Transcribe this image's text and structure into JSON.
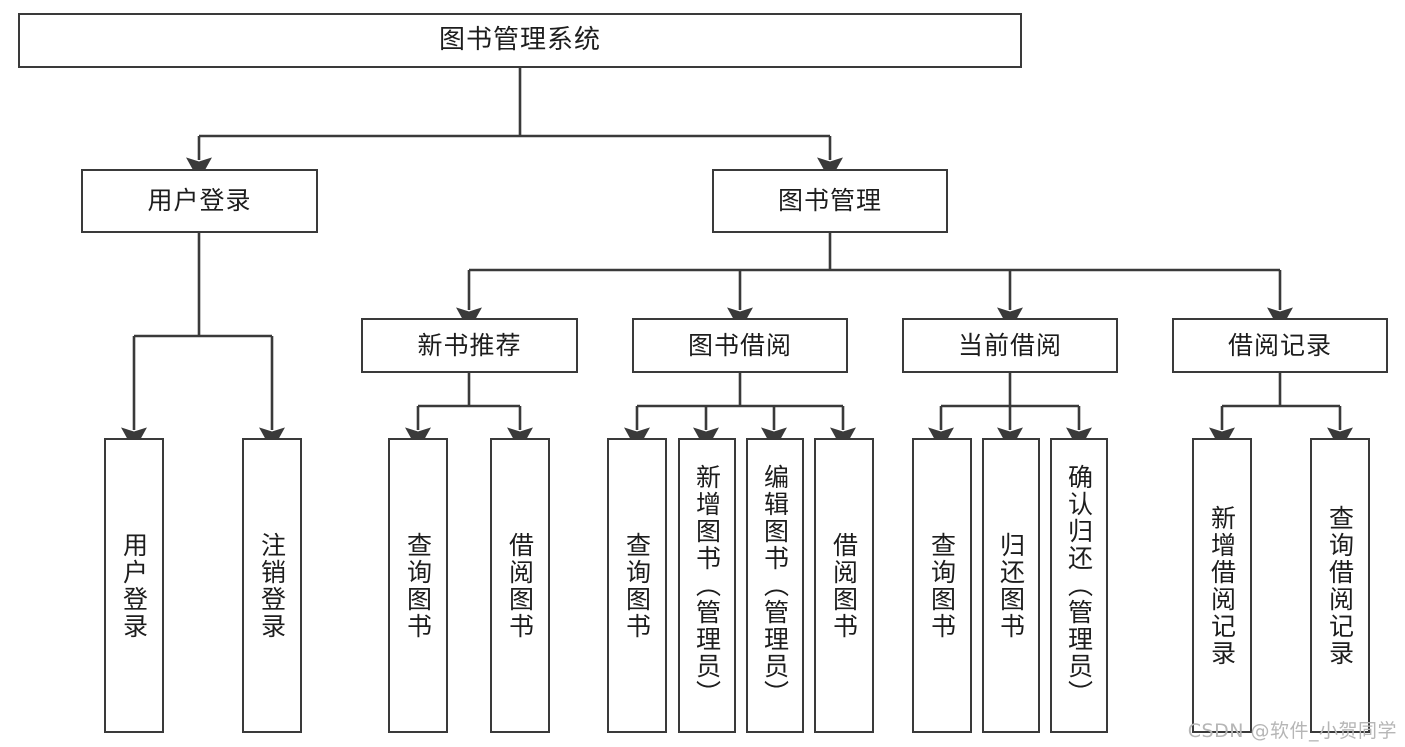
{
  "diagram": {
    "type": "tree-hierarchy-chart",
    "title": "图书管理系统",
    "watermark": "CSDN @软件_小贺同学",
    "stroke_color": "#3a3a3a",
    "background_color": "#ffffff",
    "text_color": "#1d1d1d",
    "watermark_color": "#b6b6b6"
  },
  "nodes": {
    "root": {
      "label": "图书管理系统",
      "level": 1
    },
    "level2": [
      {
        "id": "user-login",
        "label": "用户登录"
      },
      {
        "id": "book-management",
        "label": "图书管理"
      }
    ],
    "level3": [
      {
        "id": "new-book-recommend",
        "label": "新书推荐",
        "parent": "book-management"
      },
      {
        "id": "book-borrow",
        "label": "图书借阅",
        "parent": "book-management"
      },
      {
        "id": "current-borrow",
        "label": "当前借阅",
        "parent": "book-management"
      },
      {
        "id": "borrow-record",
        "label": "借阅记录",
        "parent": "book-management"
      }
    ],
    "leaves": {
      "user-login": [
        {
          "id": "leaf-user-login",
          "label": "用户登录"
        },
        {
          "id": "leaf-logout",
          "label": "注销登录"
        }
      ],
      "new-book-recommend": [
        {
          "id": "leaf-query-book-1",
          "label": "查询图书"
        },
        {
          "id": "leaf-borrow-book-1",
          "label": "借阅图书"
        }
      ],
      "book-borrow": [
        {
          "id": "leaf-query-book-2",
          "label": "查询图书"
        },
        {
          "id": "leaf-add-book",
          "label": "新增图书（管理员）"
        },
        {
          "id": "leaf-edit-book",
          "label": "编辑图书（管理员）"
        },
        {
          "id": "leaf-borrow-book-2",
          "label": "借阅图书"
        }
      ],
      "current-borrow": [
        {
          "id": "leaf-query-book-3",
          "label": "查询图书"
        },
        {
          "id": "leaf-return-book",
          "label": "归还图书"
        },
        {
          "id": "leaf-confirm-return",
          "label": "确认归还（管理员）"
        }
      ],
      "borrow-record": [
        {
          "id": "leaf-add-record",
          "label": "新增借阅记录"
        },
        {
          "id": "leaf-query-record",
          "label": "查询借阅记录"
        }
      ]
    }
  }
}
